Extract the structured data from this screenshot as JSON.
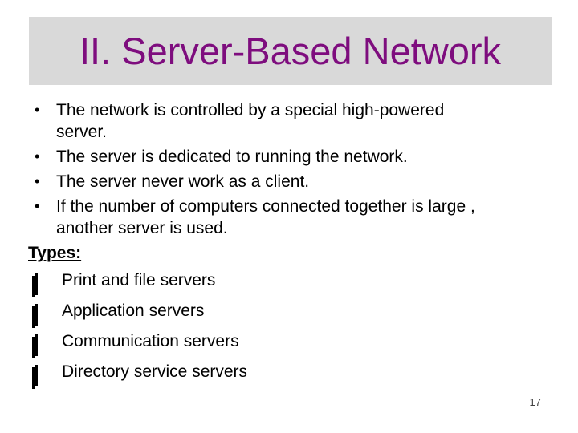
{
  "title": {
    "text": "II. Server-Based Network"
  },
  "markers": {
    "bullet": "•"
  },
  "body": {
    "bullets": [
      {
        "lines": [
          "The network is controlled by a special high-powered",
          "server."
        ]
      },
      {
        "lines": [
          "The server is dedicated to running the network."
        ]
      },
      {
        "lines": [
          "The server never work as a client."
        ]
      },
      {
        "lines": [
          "If the number of computers connected together is large ,",
          "another server is used."
        ]
      }
    ],
    "types_heading": "Types:",
    "type_items": [
      "Print and file servers",
      "Application servers",
      "Communication servers",
      "Directory service servers"
    ]
  },
  "footer": {
    "page_number": "17"
  },
  "colors": {
    "title_text": "#7E0D7E",
    "title_bar_bg": "#D9D9D9",
    "body_text": "#000000",
    "slide_bg": "#FFFFFF"
  }
}
